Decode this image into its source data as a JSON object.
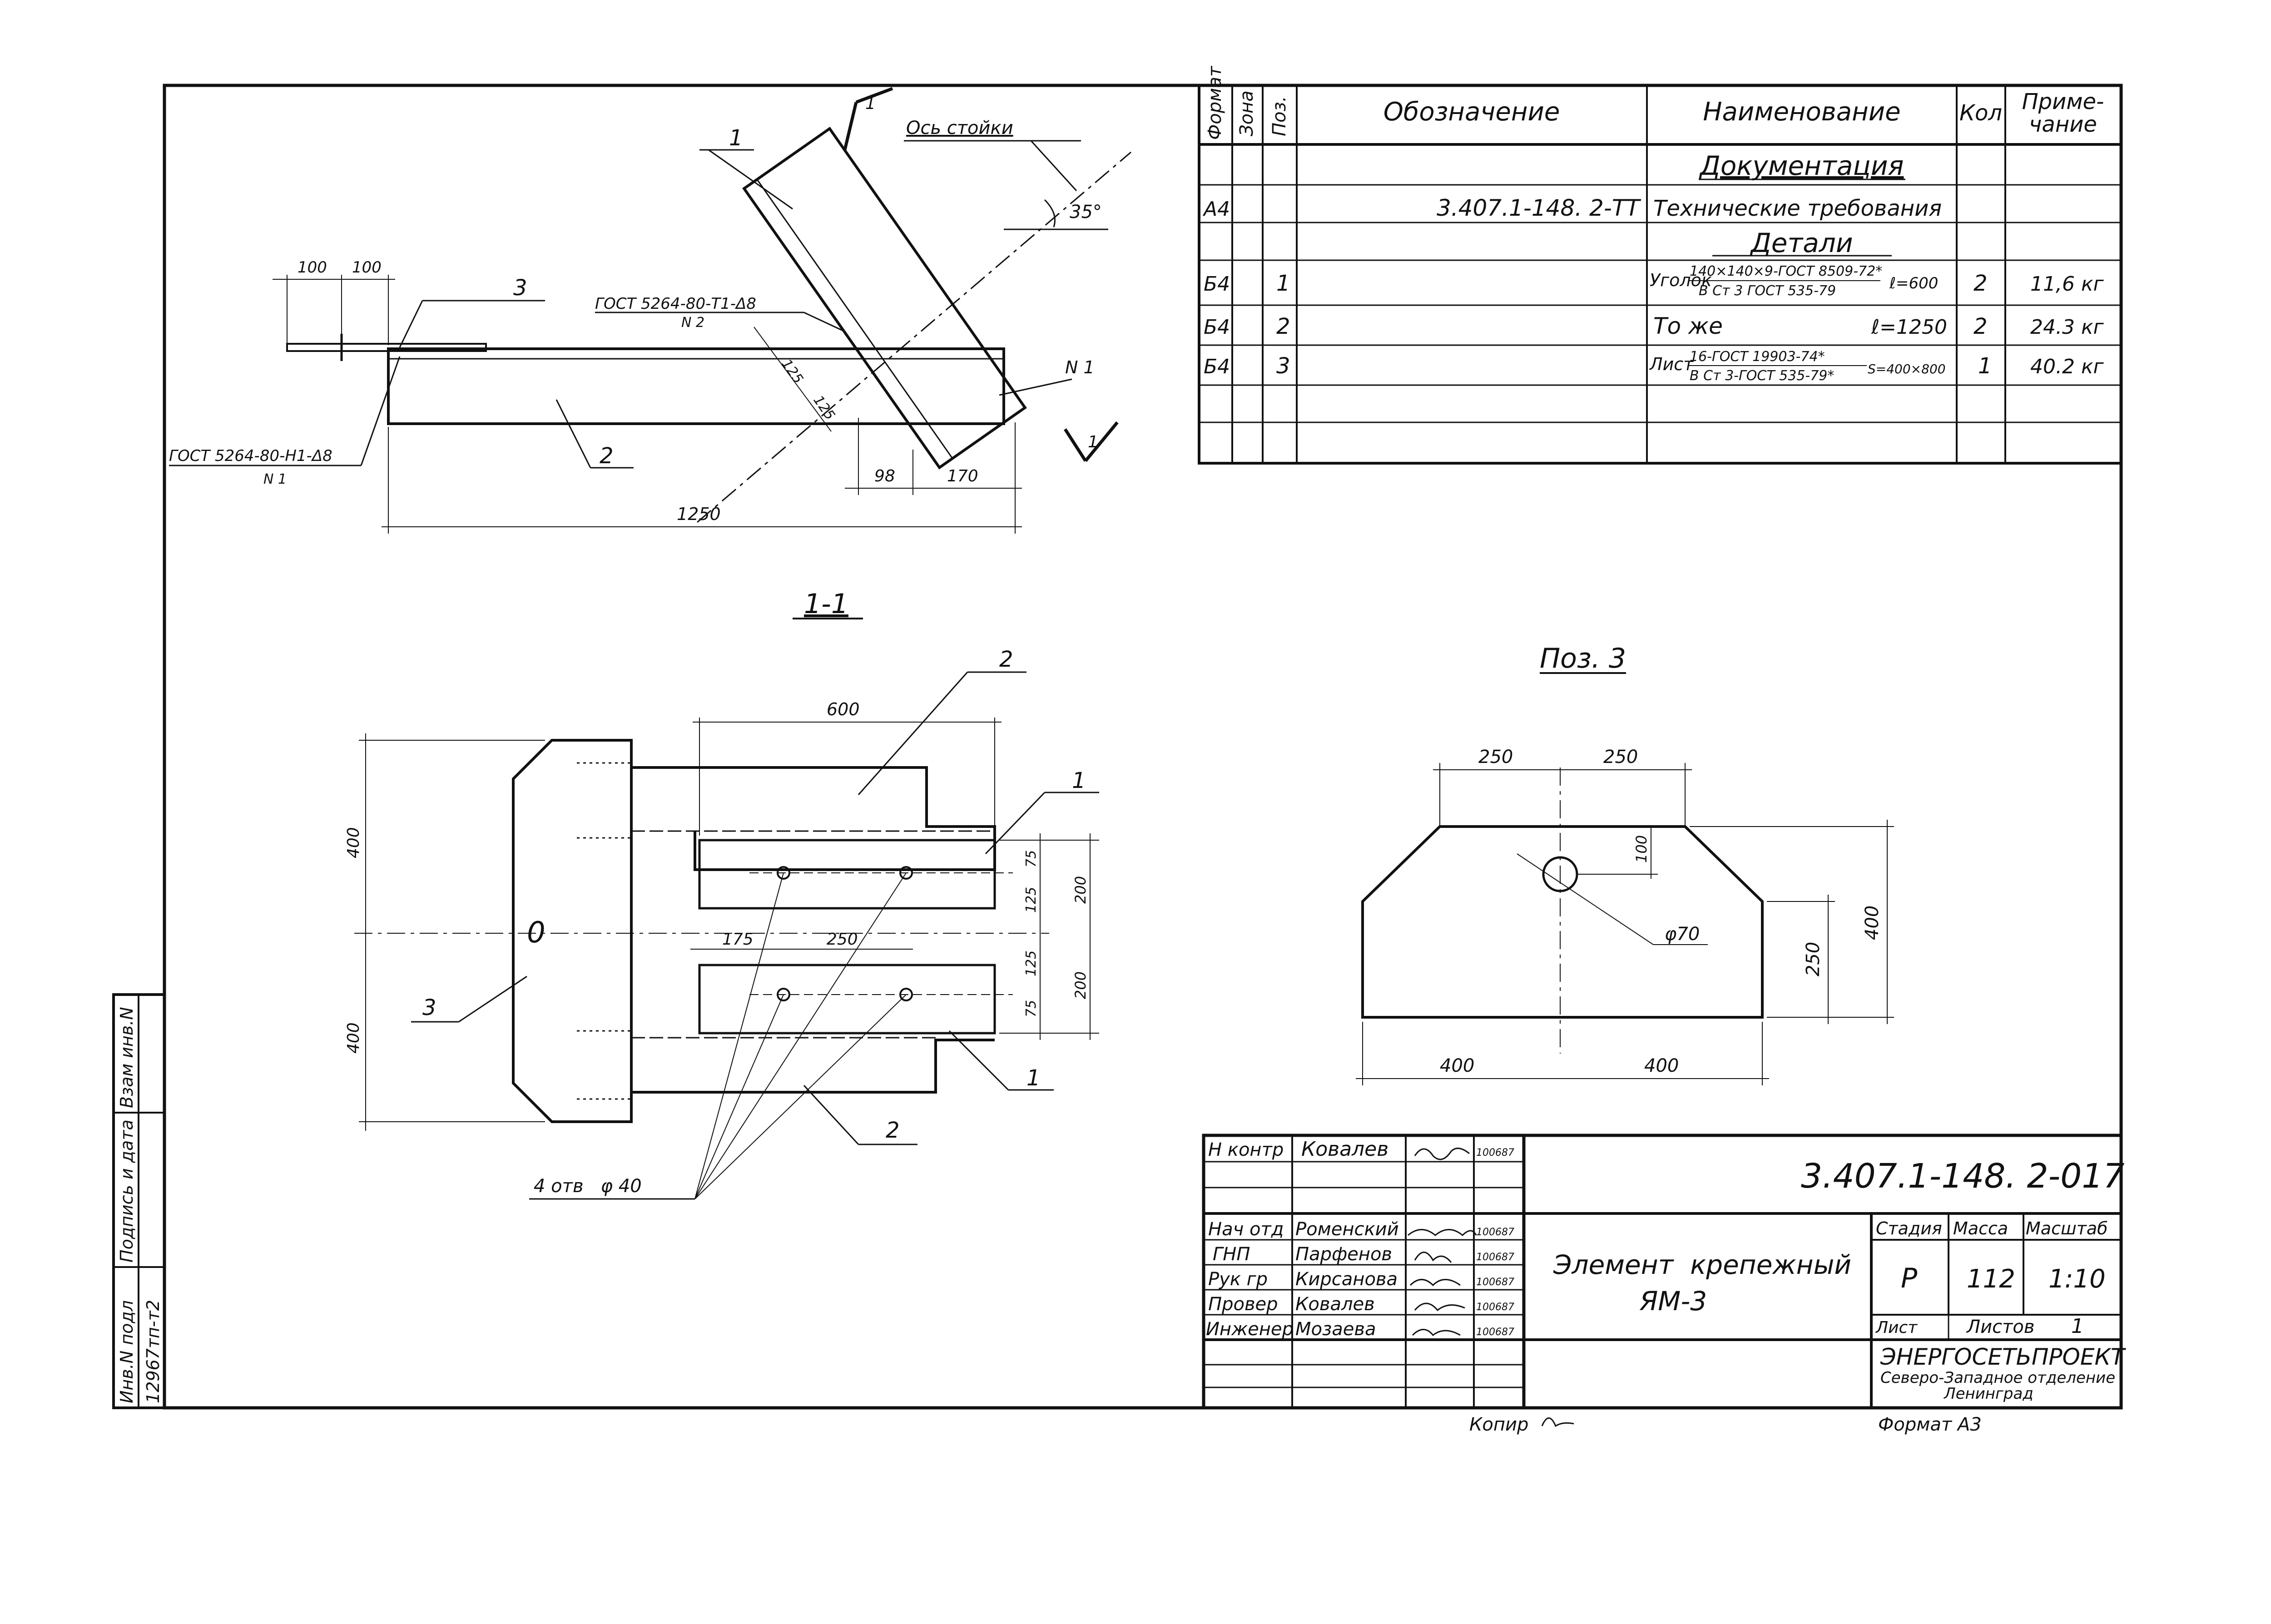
{
  "spec": {
    "headers": [
      "Формат",
      "Зона",
      "Поз.",
      "Обозначение",
      "Наименование",
      "Кол",
      "Приме-",
      "чание"
    ],
    "section_docs": "Документация",
    "row_doc": {
      "format": "А4",
      "designation": "3.407.1-148. 2-ТТ",
      "name": "Технические требования"
    },
    "section_parts": "Детали",
    "rows": [
      {
        "format": "Б4",
        "pos": "1",
        "name": "Уголок",
        "name_num": "140×140×9-ГОСТ 8509-72*",
        "name_den": "В Ст 3 ГОСТ 535-79",
        "name_tail": "ℓ=600",
        "qty": "2",
        "note": "11,6 кг"
      },
      {
        "format": "Б4",
        "pos": "2",
        "name": "То же",
        "name_num": "",
        "name_den": "",
        "name_tail": "ℓ=1250",
        "qty": "2",
        "note": "24.3 кг"
      },
      {
        "format": "Б4",
        "pos": "3",
        "name": "Лист",
        "name_num": "16-ГОСТ 19903-74*",
        "name_den": "В Ст 3-ГОСТ 535-79*",
        "name_tail": "S=400×800",
        "qty": "1",
        "note": "40.2 кг"
      }
    ]
  },
  "view_top": {
    "axis_label": "Ось стойки",
    "angle": "35°",
    "dim_100a": "100",
    "dim_100b": "100",
    "weld_top": "ГОСТ 5264-80-Т1-Δ8",
    "weld_top_n": "N 2",
    "weld_left": "ГОСТ 5264-80-Н1-Δ8",
    "weld_left_n": "N 1",
    "n1": "N 1",
    "dim_125a": "125",
    "dim_125b": "125",
    "dim_98": "98",
    "dim_170": "170",
    "dim_1250": "1250",
    "pos1": "1",
    "pos2": "2",
    "pos3": "3",
    "cut": "1"
  },
  "view_section": {
    "title": "1-1",
    "dim_600": "600",
    "dim_400a": "400",
    "dim_400b": "400",
    "dim_75a": "75",
    "dim_125a": "125",
    "dim_200a": "200",
    "dim_175": "175",
    "dim_250": "250",
    "dim_125b": "125",
    "dim_75b": "75",
    "dim_200b": "200",
    "pos1a": "1",
    "pos1b": "1",
    "pos2a": "2",
    "pos2b": "2",
    "pos3": "3",
    "center": "0",
    "holes": "4 отв   φ 40"
  },
  "view_plate": {
    "title": "Поз. 3",
    "dim_250a": "250",
    "dim_250b": "250",
    "dim_100": "100",
    "dim_hole": "φ70",
    "dim_250c": "250",
    "dim_400h": "400",
    "dim_400a": "400",
    "dim_400b": "400"
  },
  "stamp": {
    "roles": [
      {
        "role": "Н контр",
        "name": "Ковалев",
        "date": "100687"
      },
      {
        "role": "Нач отд",
        "name": "Роменский",
        "date": "100687"
      },
      {
        "role": "ГНП",
        "name": "Парфенов",
        "date": "100687"
      },
      {
        "role": "Рук гр",
        "name": "Кирсанова",
        "date": "100687"
      },
      {
        "role": "Провер",
        "name": "Ковалев",
        "date": "100687"
      },
      {
        "role": "Инженер",
        "name": "Мозаева",
        "date": "100687"
      }
    ],
    "doc_number": "3.407.1-148. 2-017",
    "title_line1": "Элемент  крепежный",
    "title_line2": "ЯМ-3",
    "stage_h": "Стадия",
    "mass_h": "Масса",
    "scale_h": "Масштаб",
    "stage": "Р",
    "mass": "112",
    "scale": "1:10",
    "sheet_h": "Лист",
    "sheets_h": "Листов",
    "sheets": "1",
    "org1": "ЭНЕРГОСЕТЬПРОЕКТ",
    "org2": "Северо-Западное отделение",
    "org3": "Ленинград",
    "copied": "Копир",
    "format": "Формат А3"
  },
  "side": {
    "labels": [
      "Инв.N подл",
      "Подпись и дата",
      "Взам инв.N"
    ],
    "inv": "12967тп-т2"
  }
}
